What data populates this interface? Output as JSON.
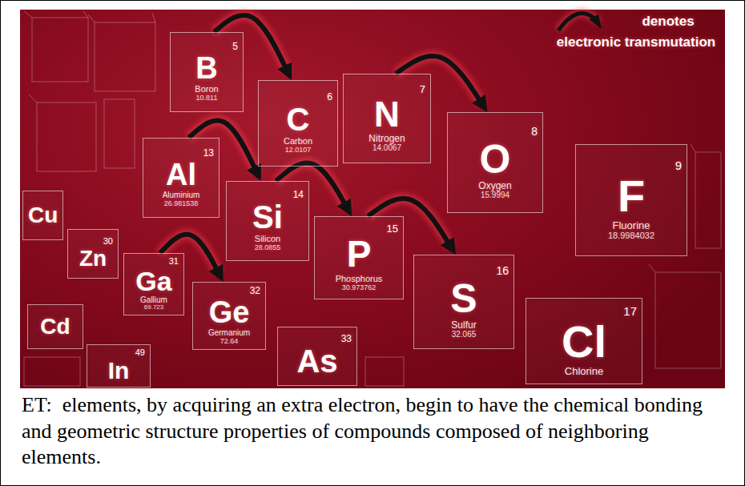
{
  "diagram": {
    "caption": "ET:  elements, by acquiring an extra electron, begin to have the chemical bonding and geometric structure properties of compounds composed of neighboring elements.",
    "nodes": [
      {
        "text": [
          "B",
          "5",
          "Boron",
          "10.811"
        ]
      },
      {
        "text": [
          "C",
          "6",
          "Carbon",
          "12.0107"
        ]
      },
      {
        "text": [
          "N",
          "7",
          "Nitrogen",
          "14.0067"
        ]
      },
      {
        "text": [
          "O",
          "8",
          "Oxygen",
          "15.9994"
        ]
      },
      {
        "text": [
          "F",
          "9",
          "Fluorine",
          "18.9984032"
        ]
      },
      {
        "text": [
          "Al",
          "13",
          "Aluminium",
          "26.981538"
        ]
      },
      {
        "text": [
          "Si",
          "14",
          "Silicon",
          "28.0855"
        ]
      },
      {
        "text": [
          "P",
          "15",
          "Phosphorus",
          "30.973762"
        ]
      },
      {
        "text": [
          "S",
          "16",
          "Sulfur",
          "32.065"
        ]
      },
      {
        "text": [
          "Cl",
          "17",
          "Chlorine"
        ]
      },
      {
        "text": [
          "Cu"
        ]
      },
      {
        "text": [
          "Zn",
          "30"
        ]
      },
      {
        "text": [
          "Ga",
          "31",
          "Gallium",
          "69.723"
        ]
      },
      {
        "text": [
          "Ge",
          "32",
          "Germanium",
          "72.64"
        ]
      },
      {
        "text": [
          "As",
          "33"
        ]
      },
      {
        "text": [
          "Cd"
        ]
      },
      {
        "text": [
          "In",
          "49"
        ]
      }
    ],
    "edges": [
      {
        "from": 0,
        "to": 1,
        "arrow": "to"
      },
      {
        "from": 2,
        "to": 3,
        "arrow": "to"
      },
      {
        "from": 5,
        "to": 6,
        "arrow": "to"
      },
      {
        "from": 6,
        "to": 7,
        "arrow": "to"
      },
      {
        "from": 7,
        "to": 8,
        "arrow": "to"
      },
      {
        "from": 12,
        "to": 13,
        "arrow": "to"
      }
    ],
    "legend": [
      {
        "text": "denotes electronic transmutation"
      }
    ]
  }
}
